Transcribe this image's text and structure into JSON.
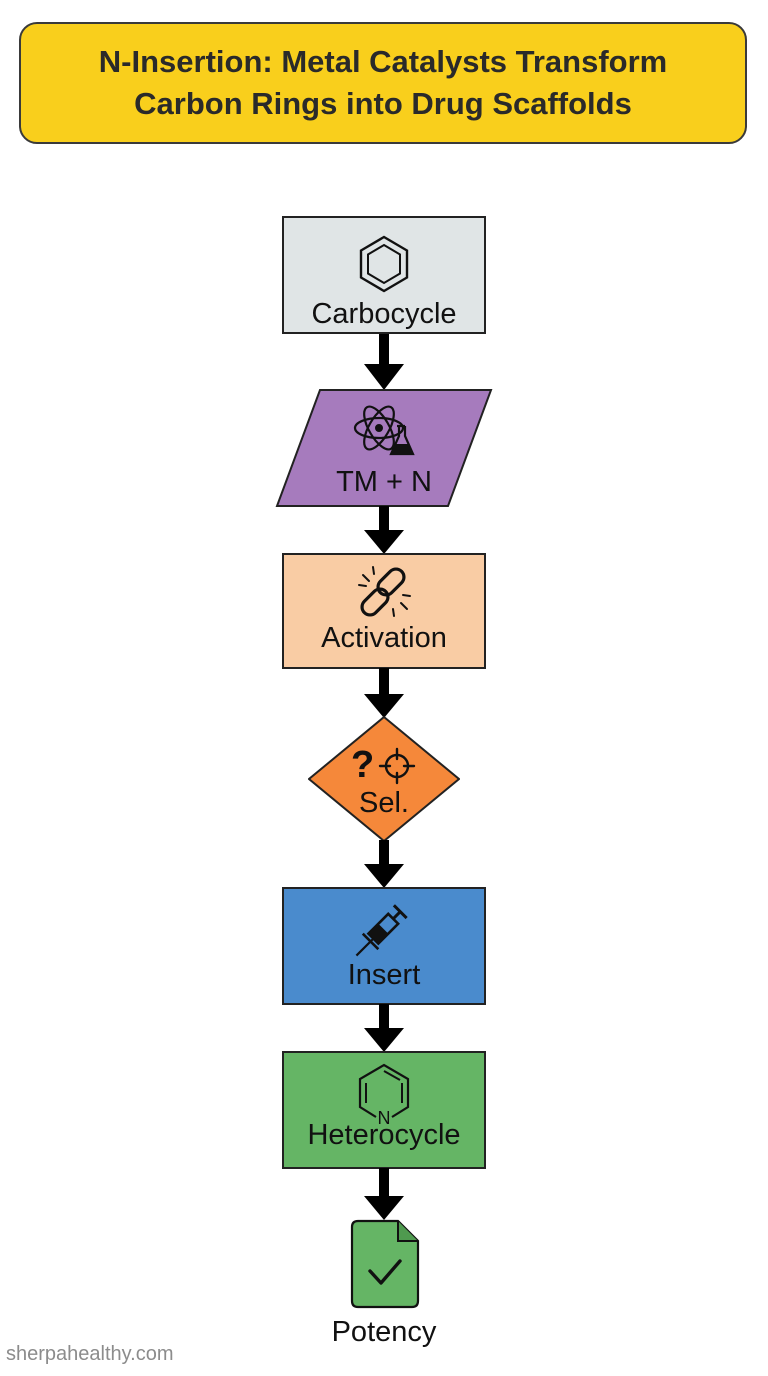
{
  "title": {
    "line1": "N-Insertion: Metal Catalysts Transform",
    "line2": "Carbon Rings into Drug Scaffolds"
  },
  "colors": {
    "title_bg": "#f9cf1c",
    "carbocycle": "#e0e5e6",
    "reagent": "#a67bbd",
    "activation": "#f9cca4",
    "selectivity": "#f5883a",
    "insert": "#4a8bcd",
    "heterocycle": "#65b565",
    "potency": "#65b565",
    "arrow": "#000000"
  },
  "nodes": {
    "carbocycle": {
      "label": "Carbocycle",
      "icon": "benzene-ring-icon"
    },
    "reagent": {
      "label": "TM + N",
      "icon": "atom-flask-icon"
    },
    "activation": {
      "label": "Activation",
      "icon": "broken-chain-link-icon"
    },
    "selectivity": {
      "label": "Sel.",
      "icon": "question-target-icon"
    },
    "insert": {
      "label": "Insert",
      "icon": "syringe-icon"
    },
    "heterocycle": {
      "label": "Heterocycle",
      "icon": "pyridine-ring-icon",
      "atom": "N"
    },
    "potency": {
      "label": "Potency",
      "icon": "document-check-icon"
    }
  },
  "watermark": "sherpahealthy.com"
}
